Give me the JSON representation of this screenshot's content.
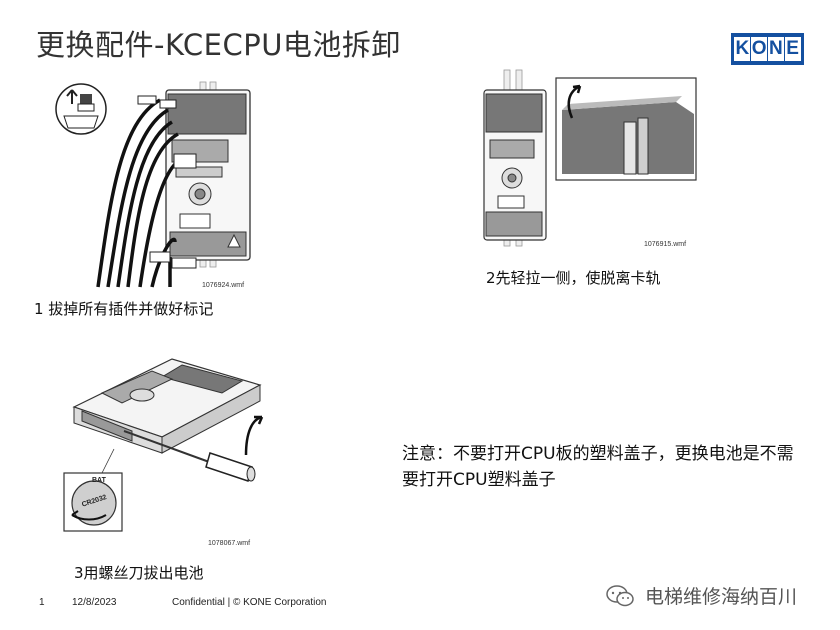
{
  "title": "更换配件-KCECPU电池拆卸",
  "logo": [
    "K",
    "O",
    "N",
    "E"
  ],
  "figures": {
    "fig1": {
      "label": "1076924.wmf",
      "caption": "1 拔掉所有插件并做好标记"
    },
    "fig2": {
      "label": "1076915.wmf",
      "caption": "2先轻拉一侧，使脱离卡轨"
    },
    "fig3": {
      "label": "1078067.wmf",
      "caption": "3用螺丝刀拔出电池",
      "battery_text_1": "BAT",
      "battery_text_2": "CR2032"
    }
  },
  "note": "注意：不要打开CPU板的塑料盖子，更换电池是不需要打开CPU塑料盖子",
  "footer": {
    "page_number": "1",
    "date": "12/8/2023",
    "confidential": "Confidential  |  © KONE Corporation"
  },
  "watermark": "电梯维修海纳百川",
  "colors": {
    "kone_blue": "#1450a0"
  }
}
